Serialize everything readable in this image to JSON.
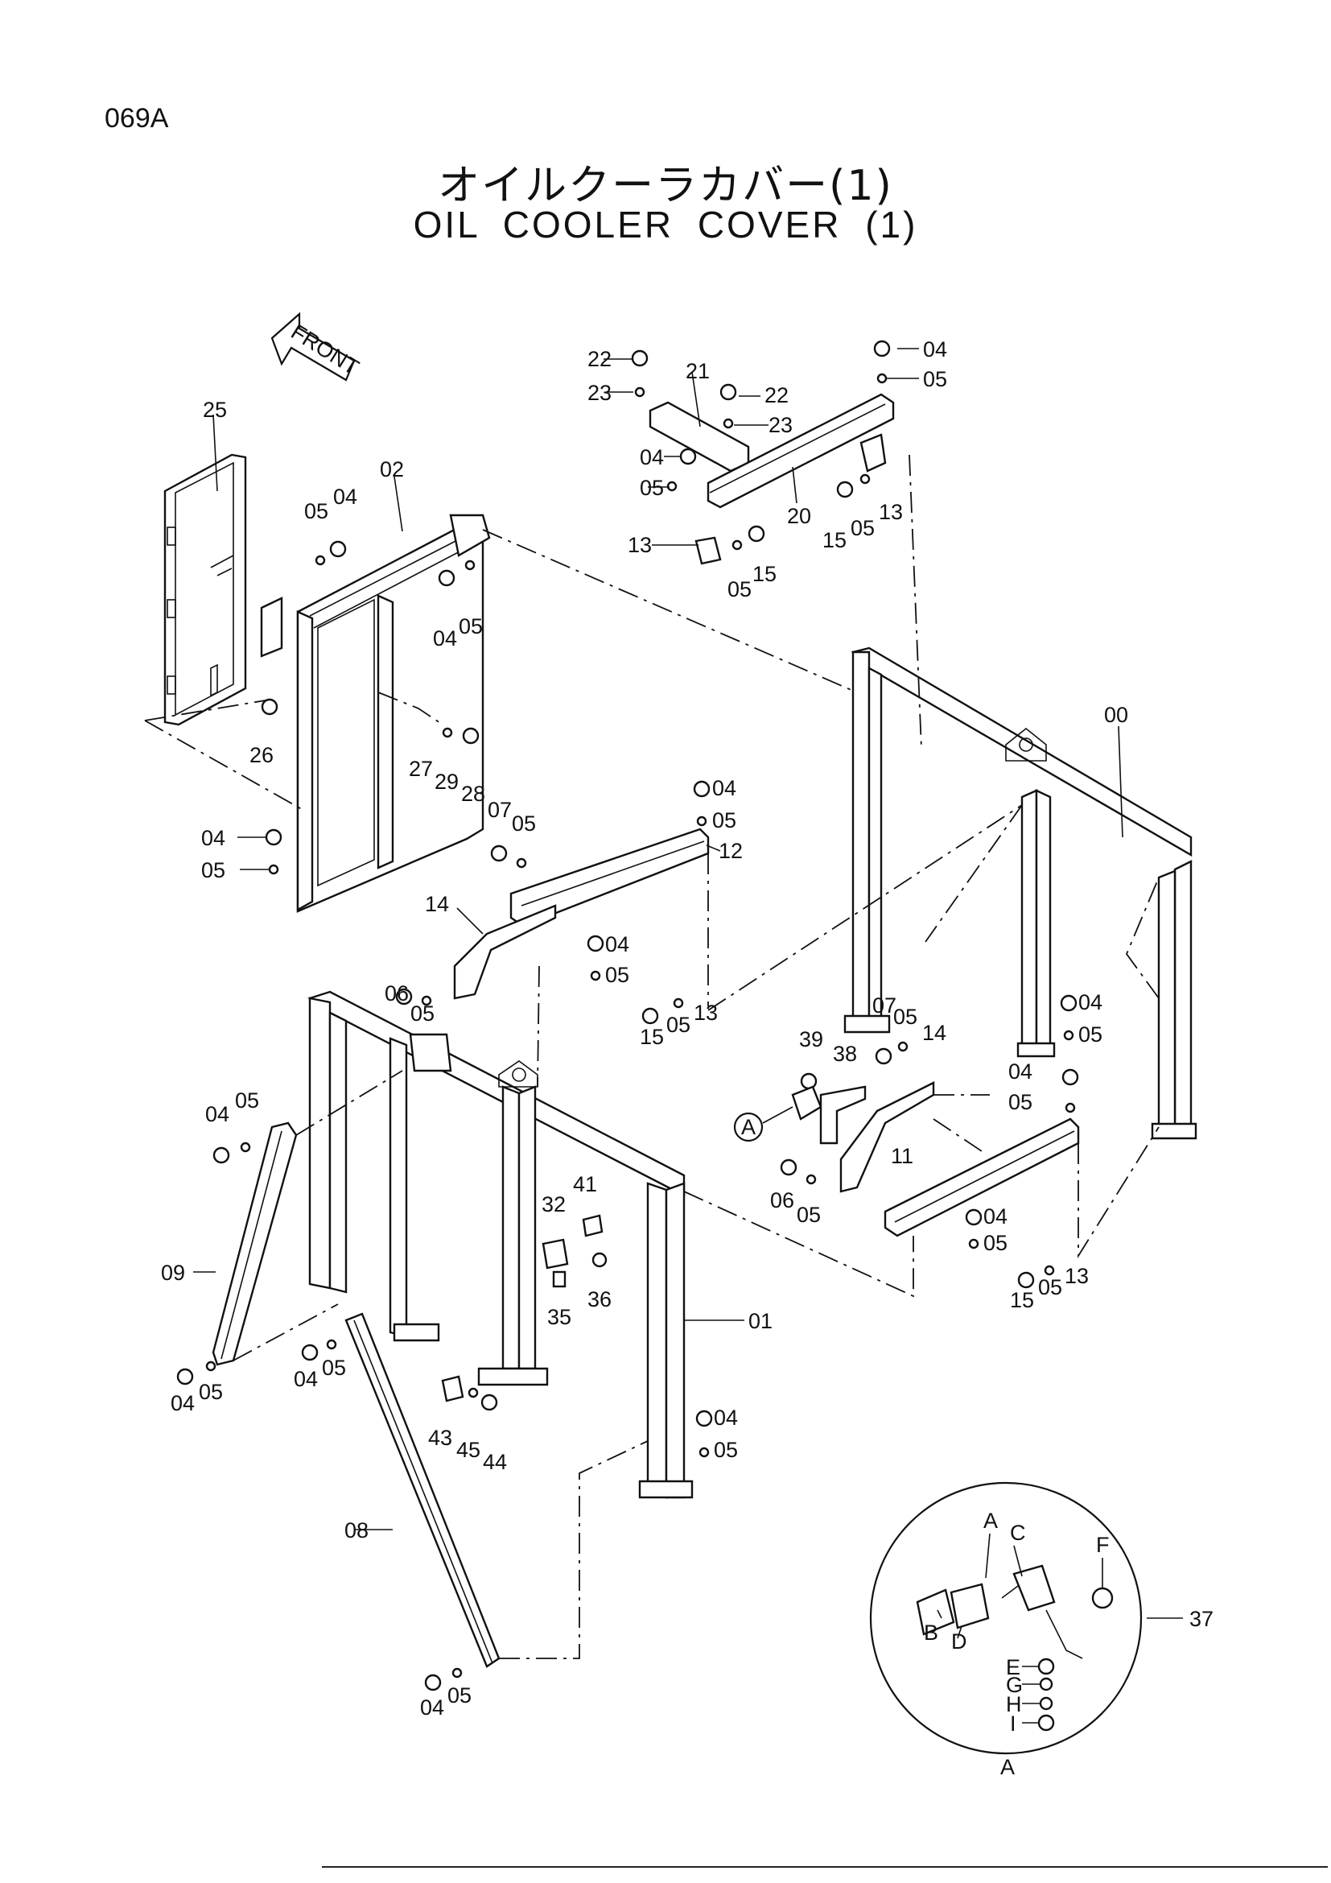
{
  "page_code": "069A",
  "title_jp": "オイルクーラカバー(1)",
  "title_en": "OIL COOLER COVER (1)",
  "front_label": "FRONT",
  "callouts": [
    {
      "id": "c-22a",
      "text": "22"
    },
    {
      "id": "c-23a",
      "text": "23"
    },
    {
      "id": "c-21",
      "text": "21"
    },
    {
      "id": "c-22b",
      "text": "22"
    },
    {
      "id": "c-23b",
      "text": "23"
    },
    {
      "id": "c-04a",
      "text": "04"
    },
    {
      "id": "c-05a",
      "text": "05"
    },
    {
      "id": "c-04b",
      "text": "04"
    },
    {
      "id": "c-05b",
      "text": "05"
    },
    {
      "id": "c-20",
      "text": "20"
    },
    {
      "id": "c-13a",
      "text": "13"
    },
    {
      "id": "c-15a",
      "text": "15"
    },
    {
      "id": "c-05c",
      "text": "05"
    },
    {
      "id": "c-13b",
      "text": "13"
    },
    {
      "id": "c-05d",
      "text": "05"
    },
    {
      "id": "c-15b",
      "text": "15"
    },
    {
      "id": "c-25",
      "text": "25"
    },
    {
      "id": "c-02",
      "text": "02"
    },
    {
      "id": "c-05e",
      "text": "05"
    },
    {
      "id": "c-04c",
      "text": "04"
    },
    {
      "id": "c-04d",
      "text": "04"
    },
    {
      "id": "c-05f",
      "text": "05"
    },
    {
      "id": "c-00",
      "text": "00"
    },
    {
      "id": "c-26",
      "text": "26"
    },
    {
      "id": "c-27",
      "text": "27"
    },
    {
      "id": "c-29",
      "text": "29"
    },
    {
      "id": "c-28",
      "text": "28"
    },
    {
      "id": "c-04e",
      "text": "04"
    },
    {
      "id": "c-05g",
      "text": "05"
    },
    {
      "id": "c-12",
      "text": "12"
    },
    {
      "id": "c-04f",
      "text": "04"
    },
    {
      "id": "c-05h",
      "text": "05"
    },
    {
      "id": "c-07a",
      "text": "07"
    },
    {
      "id": "c-05i",
      "text": "05"
    },
    {
      "id": "c-14a",
      "text": "14"
    },
    {
      "id": "c-04g",
      "text": "04"
    },
    {
      "id": "c-05j",
      "text": "05"
    },
    {
      "id": "c-06a",
      "text": "06"
    },
    {
      "id": "c-05k",
      "text": "05"
    },
    {
      "id": "c-15c",
      "text": "15"
    },
    {
      "id": "c-05l",
      "text": "05"
    },
    {
      "id": "c-13c",
      "text": "13"
    },
    {
      "id": "c-04h",
      "text": "04"
    },
    {
      "id": "c-05m",
      "text": "05"
    },
    {
      "id": "c-39",
      "text": "39"
    },
    {
      "id": "c-07b",
      "text": "07"
    },
    {
      "id": "c-05n",
      "text": "05"
    },
    {
      "id": "c-14b",
      "text": "14"
    },
    {
      "id": "c-38",
      "text": "38"
    },
    {
      "id": "c-04i",
      "text": "04"
    },
    {
      "id": "c-05o",
      "text": "05"
    },
    {
      "id": "c-04j",
      "text": "04"
    },
    {
      "id": "c-05p",
      "text": "05"
    },
    {
      "id": "c-09",
      "text": "09"
    },
    {
      "id": "c-06b",
      "text": "06"
    },
    {
      "id": "c-05q",
      "text": "05"
    },
    {
      "id": "c-11",
      "text": "11"
    },
    {
      "id": "c-41",
      "text": "41"
    },
    {
      "id": "c-32",
      "text": "32"
    },
    {
      "id": "c-04k",
      "text": "04"
    },
    {
      "id": "c-05r",
      "text": "05"
    },
    {
      "id": "c-36",
      "text": "36"
    },
    {
      "id": "c-35",
      "text": "35"
    },
    {
      "id": "c-15d",
      "text": "15"
    },
    {
      "id": "c-05s",
      "text": "05"
    },
    {
      "id": "c-13d",
      "text": "13"
    },
    {
      "id": "c-01",
      "text": "01"
    },
    {
      "id": "c-04l",
      "text": "04"
    },
    {
      "id": "c-05t",
      "text": "05"
    },
    {
      "id": "c-04m",
      "text": "04"
    },
    {
      "id": "c-05u",
      "text": "05"
    },
    {
      "id": "c-04n",
      "text": "04"
    },
    {
      "id": "c-05v",
      "text": "05"
    },
    {
      "id": "c-43",
      "text": "43"
    },
    {
      "id": "c-45",
      "text": "45"
    },
    {
      "id": "c-44",
      "text": "44"
    },
    {
      "id": "c-08",
      "text": "08"
    },
    {
      "id": "c-04o",
      "text": "04"
    },
    {
      "id": "c-05w",
      "text": "05"
    },
    {
      "id": "c-37",
      "text": "37"
    }
  ],
  "detail_a": {
    "circle_ref": "A",
    "section_label": "A",
    "items": [
      "A",
      "B",
      "C",
      "D",
      "E",
      "F",
      "G",
      "H",
      "I"
    ]
  }
}
